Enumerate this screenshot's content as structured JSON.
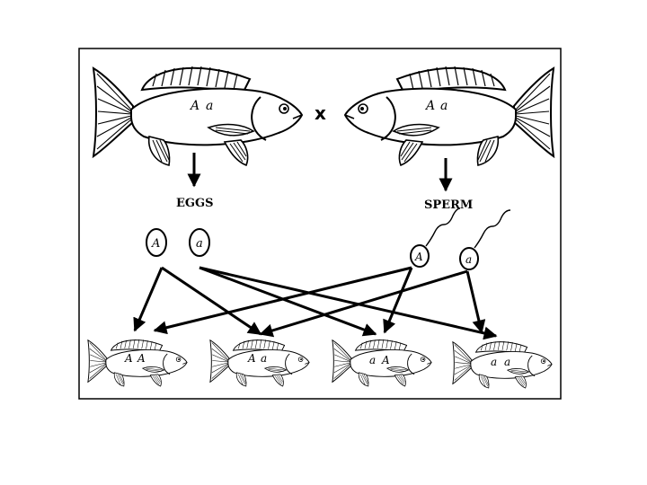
{
  "cross_symbol": "x",
  "parents": {
    "female": {
      "genotype_a": "A",
      "genotype_b": "a",
      "product_label": "EGGS"
    },
    "male": {
      "genotype_a": "A",
      "genotype_b": "a",
      "product_label": "SPERM"
    }
  },
  "eggs": [
    {
      "allele": "A"
    },
    {
      "allele": "a"
    }
  ],
  "sperm": [
    {
      "allele": "A"
    },
    {
      "allele": "a"
    }
  ],
  "offspring": [
    {
      "allele_1": "A",
      "allele_2": "A"
    },
    {
      "allele_1": "A",
      "allele_2": "a"
    },
    {
      "allele_1": "a",
      "allele_2": "A"
    },
    {
      "allele_1": "a",
      "allele_2": "a"
    }
  ]
}
